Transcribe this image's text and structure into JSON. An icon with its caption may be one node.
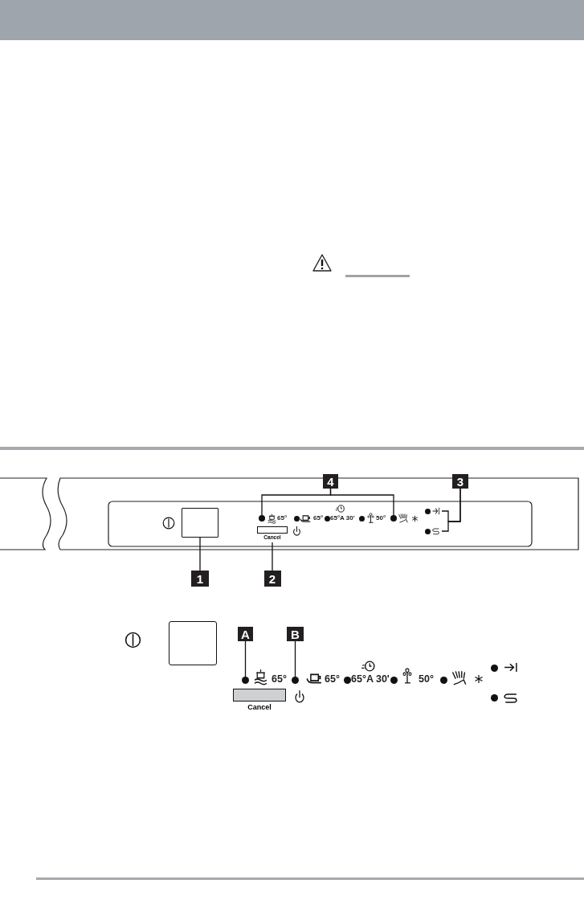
{
  "diagram": {
    "nodes": [
      {
        "text": [
          "1"
        ]
      },
      {
        "text": [],
        "shape": "box"
      },
      {
        "text": [
          "2"
        ]
      },
      {
        "text": [
          "Cancel"
        ]
      },
      {
        "text": [
          "4"
        ]
      },
      {
        "text": [],
        "shape": "circle"
      },
      {
        "text": [],
        "shape": "circle"
      },
      {
        "text": [
          "3"
        ]
      },
      {
        "text": [],
        "shape": "circle"
      },
      {
        "text": [],
        "shape": "circle"
      },
      {
        "text": [
          "A"
        ]
      },
      {
        "text": [],
        "shape": "circle"
      },
      {
        "text": [
          "B"
        ]
      },
      {
        "text": [],
        "shape": "circle"
      },
      {
        "text": [],
        "shape": "box"
      },
      {
        "text": [
          "Cancel"
        ]
      }
    ],
    "edges": [
      {
        "from": 0,
        "to": 1,
        "arrow": "none"
      },
      {
        "from": 2,
        "to": 3,
        "arrow": "none"
      },
      {
        "from": 4,
        "to": 5,
        "arrow": "none"
      },
      {
        "from": 4,
        "to": 6,
        "arrow": "none"
      },
      {
        "from": 7,
        "to": 8,
        "arrow": "none"
      },
      {
        "from": 7,
        "to": 9,
        "arrow": "none"
      },
      {
        "from": 10,
        "to": 11,
        "arrow": "none"
      },
      {
        "from": 12,
        "to": 13,
        "arrow": "none"
      }
    ],
    "labels": [
      "65°",
      "65°",
      "65°A 30'",
      "50°",
      "65°",
      "65°",
      "65°A 30'",
      "50°"
    ]
  }
}
